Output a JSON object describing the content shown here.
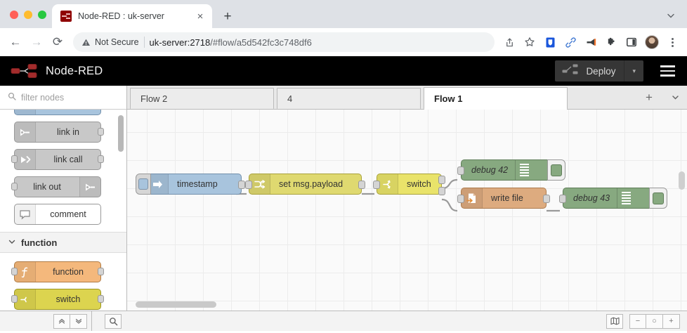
{
  "browser": {
    "tab": {
      "title": "Node-RED : uk-server",
      "favicon": "nodered-favicon",
      "close": "×"
    },
    "new_tab": "+",
    "expand": "⌄",
    "nav": {
      "back": "←",
      "forward": "→",
      "reload": "⟳"
    },
    "omnibox": {
      "warning_icon": "⚠",
      "security_label": "Not Secure",
      "url_host": "uk-server:2718",
      "url_path": "/#flow/a5d542fc3c748df6"
    },
    "toolbar_icons": [
      "share-icon",
      "bookmark-star-icon",
      "shield-extension-icon",
      "link-extension-icon",
      "megaphone-extension-icon",
      "puzzle-extensions-icon",
      "side-panel-icon",
      "profile-avatar",
      "chrome-menu-icon"
    ]
  },
  "nodered": {
    "brand": "Node-RED",
    "deploy": {
      "label": "Deploy",
      "caret": "▾"
    },
    "menu_icon": "hamburger-menu-icon",
    "palette": {
      "filter_placeholder": "filter nodes",
      "search_icon": "search-icon",
      "nodes": [
        {
          "label": "link in",
          "style": "pn-gray",
          "icon_side": "left",
          "ports": [
            "out"
          ]
        },
        {
          "label": "link call",
          "style": "pn-gray",
          "icon_side": "left",
          "ports": [
            "in",
            "out"
          ]
        },
        {
          "label": "link out",
          "style": "pn-gray",
          "icon_side": "right",
          "ports": [
            "in"
          ]
        },
        {
          "label": "comment",
          "style": "pn-white",
          "icon_side": "left",
          "ports": []
        }
      ],
      "category": {
        "label": "function",
        "chevron": "⌄"
      },
      "function_nodes": [
        {
          "label": "function",
          "style": "pn-orange",
          "icon": "f"
        },
        {
          "label": "switch",
          "style": "pn-yellow",
          "icon": "switch"
        }
      ]
    },
    "tabs": [
      {
        "label": "Flow 2",
        "active": false
      },
      {
        "label": "4",
        "active": false
      },
      {
        "label": "Flow 1",
        "active": true
      }
    ],
    "tab_controls": {
      "add": "+",
      "menu": "▾"
    },
    "flow_nodes": [
      {
        "label": "timestamp",
        "type": "inject",
        "style": "fn-inject"
      },
      {
        "label": "set msg.payload",
        "type": "change",
        "style": "fn-change"
      },
      {
        "label": "switch",
        "type": "switch",
        "style": "fn-switch"
      },
      {
        "label": "debug 42",
        "type": "debug",
        "style": "fn-debug"
      },
      {
        "label": "write file",
        "type": "file",
        "style": "fn-file"
      },
      {
        "label": "debug 43",
        "type": "debug",
        "style": "fn-debug"
      }
    ],
    "footer": {
      "collapse_all_icon": "«",
      "expand_all_icon": "»",
      "search_icon": "⌕",
      "navigator_icon": "map-icon",
      "zoom_out": "−",
      "zoom_reset": "○",
      "zoom_in": "+"
    }
  },
  "colors": {
    "brand_red": "#8f0000",
    "header_bg": "#000000",
    "inject": "#a8c4dd",
    "change": "#dfd970",
    "switch": "#e9e36a",
    "debug": "#87a980",
    "file": "#ddab7f"
  }
}
